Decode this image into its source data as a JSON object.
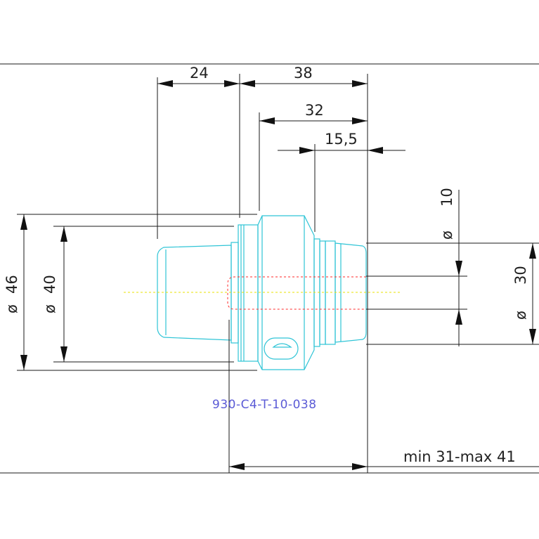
{
  "dimensions": {
    "d24": "24",
    "d38": "38",
    "d32": "32",
    "d15_5": "15,5",
    "d10": "10",
    "d30": "30",
    "d46": "46",
    "d40": "40",
    "length_range": "min 31-max 41",
    "diameter_symbol": "ø"
  },
  "part_number": "930-C4-T-10-038",
  "colors": {
    "part_outline": "#2ec4d6",
    "dimension_lines": "#1a1a1a",
    "hidden_lines": "#ff2a2a",
    "centerline": "#e8e000",
    "part_label": "#5b5bd6"
  }
}
